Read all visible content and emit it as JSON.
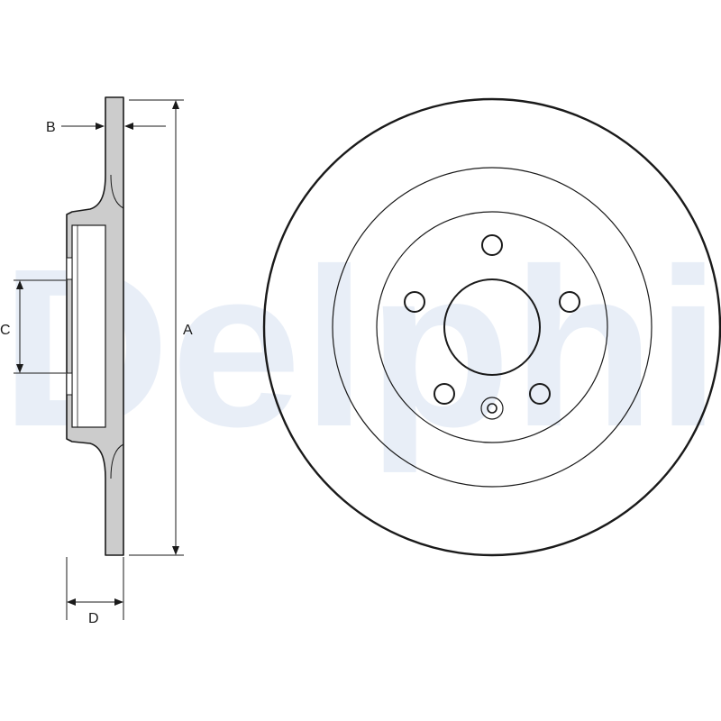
{
  "watermark": {
    "text": "Delphi"
  },
  "dimensions": {
    "a": "A",
    "b": "B",
    "c": "C",
    "d": "D"
  },
  "colors": {
    "line": "#1a1a1a",
    "section_fill": "#cccccc",
    "watermark": "#e8eef7",
    "background": "#ffffff"
  }
}
